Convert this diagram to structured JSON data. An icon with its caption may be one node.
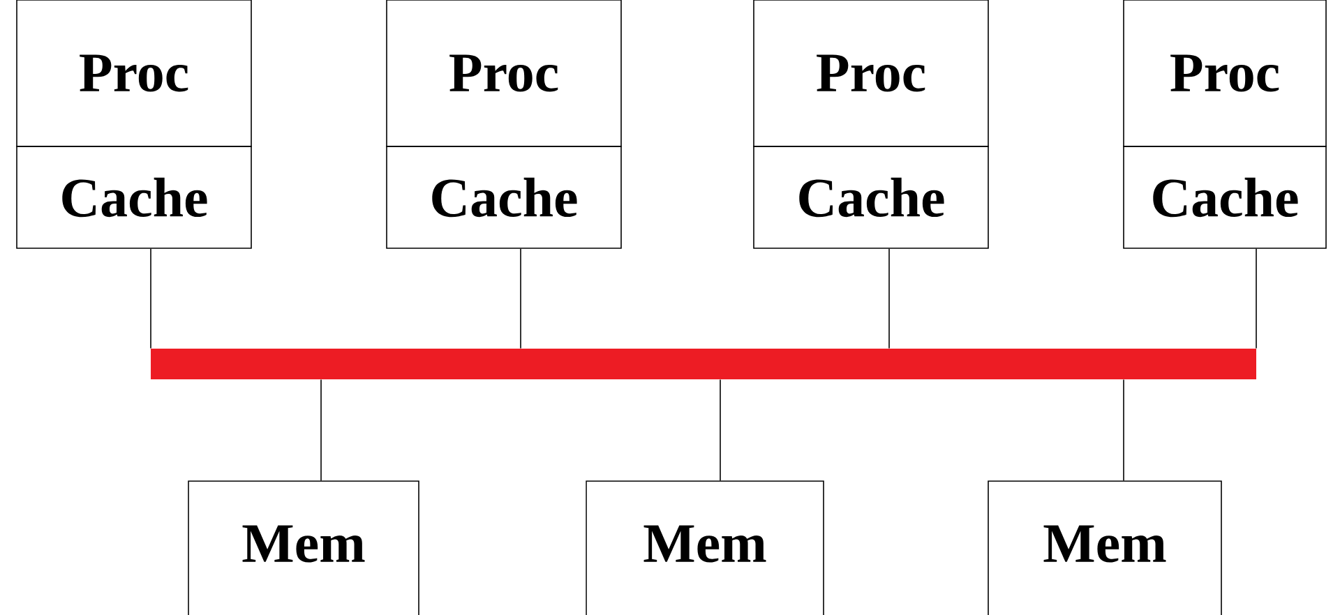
{
  "diagram": {
    "nodes": [
      {
        "text": [
          "Proc"
        ]
      },
      {
        "text": [
          "Cache"
        ]
      },
      {
        "text": [
          "Proc"
        ]
      },
      {
        "text": [
          "Cache"
        ]
      },
      {
        "text": [
          "Proc"
        ]
      },
      {
        "text": [
          "Cache"
        ]
      },
      {
        "text": [
          "Proc"
        ]
      },
      {
        "text": [
          "Cache"
        ]
      },
      {
        "text": [],
        "shape": "bar"
      },
      {
        "text": [
          "Mem"
        ]
      },
      {
        "text": [
          "Mem"
        ]
      },
      {
        "text": [
          "Mem"
        ]
      }
    ],
    "edges": [
      {
        "from": 1,
        "to": 8,
        "arrow": "none"
      },
      {
        "from": 3,
        "to": 8,
        "arrow": "none"
      },
      {
        "from": 5,
        "to": 8,
        "arrow": "none"
      },
      {
        "from": 7,
        "to": 8,
        "arrow": "none"
      },
      {
        "from": 8,
        "to": 9,
        "arrow": "none"
      },
      {
        "from": 8,
        "to": 10,
        "arrow": "none"
      },
      {
        "from": 8,
        "to": 11,
        "arrow": "none"
      }
    ]
  }
}
